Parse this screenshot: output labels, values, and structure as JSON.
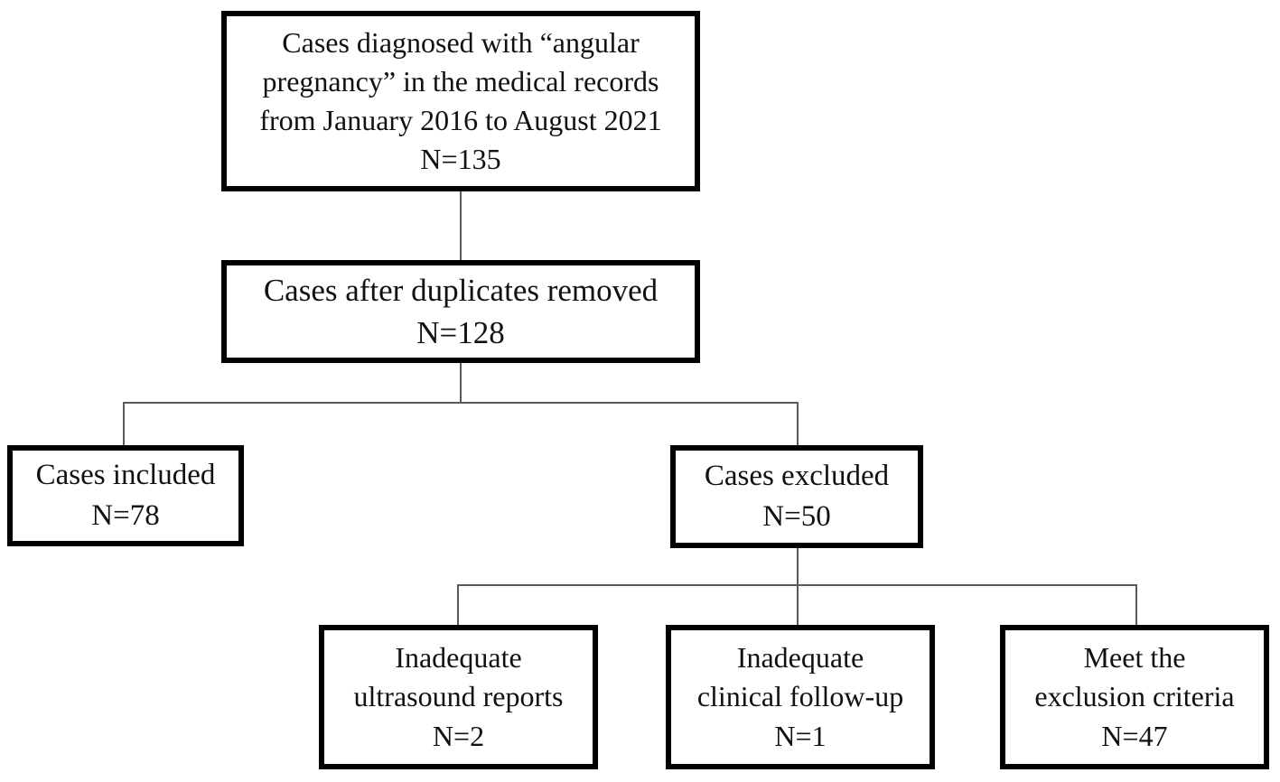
{
  "page": {
    "background_color": "#ffffff",
    "box_border_color": "#000000",
    "text_color": "#111111",
    "connector_color": "#595959"
  },
  "flowchart": {
    "type": "study-selection-flow-diagram",
    "nodes": {
      "diagnosed": {
        "label_lines": [
          "Cases diagnosed with “angular",
          "pregnancy” in the medical records",
          "from January 2016 to August 2021"
        ],
        "count": "N=135"
      },
      "duplicates": {
        "label_lines": [
          "Cases after duplicates removed"
        ],
        "count": "N=128"
      },
      "included": {
        "label_lines": [
          "Cases included"
        ],
        "count": "N=78"
      },
      "excluded": {
        "label_lines": [
          "Cases excluded"
        ],
        "count": "N=50"
      },
      "ultrasound": {
        "label_lines": [
          "Inadequate",
          "ultrasound reports"
        ],
        "count": "N=2"
      },
      "followup": {
        "label_lines": [
          "Inadequate",
          "clinical follow-up"
        ],
        "count": "N=1"
      },
      "criteria": {
        "label_lines": [
          "Meet the",
          "exclusion criteria"
        ],
        "count": "N=47"
      }
    }
  }
}
